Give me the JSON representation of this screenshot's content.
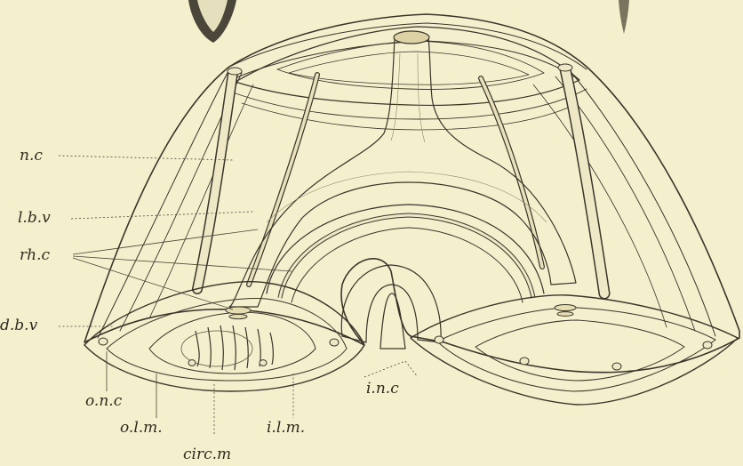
{
  "figure": {
    "labels": {
      "nc": "n.c",
      "lbv": "l.b.v",
      "rhc": "rh.c",
      "dbv": "d.b.v",
      "onc": "o.n.c",
      "olm": "o.l.m.",
      "circm": "circ.m",
      "ilm": "i.l.m.",
      "inc": "i.n.c"
    }
  }
}
